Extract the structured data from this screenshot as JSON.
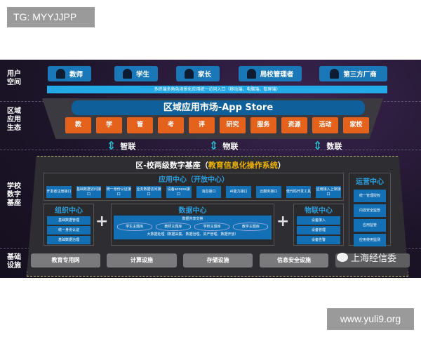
{
  "overlay": {
    "tag": "TG: MYYJJPP",
    "site": "www.yuli9.org"
  },
  "layers": {
    "user": "用户空间",
    "ecosystem": "区域应用生态",
    "base": "学校数字基座",
    "infra": "基础设施"
  },
  "user_roles": [
    {
      "label": "教师",
      "icon": "teacher-icon"
    },
    {
      "label": "学生",
      "icon": "student-icon"
    },
    {
      "label": "家长",
      "icon": "parent-icon"
    },
    {
      "label": "局校管理者",
      "icon": "admin-icon"
    },
    {
      "label": "第三方厂商",
      "icon": "vendor-icon"
    }
  ],
  "access_bar": "多终端多角色场景化应用统一访问入口（移动端、电脑端、智屏端）",
  "app_store": "区域应用市场-App Store",
  "app_categories": [
    "教",
    "学",
    "管",
    "考",
    "评",
    "研究",
    "服务",
    "资源",
    "活动",
    "家校"
  ],
  "links": [
    "智联",
    "物联",
    "数联"
  ],
  "base": {
    "title": "区-校两级数字基座（",
    "highlight": "教育信息化操作系统",
    "close": "）"
  },
  "app_center": {
    "title": "应用中心（开放中心）",
    "items": [
      "开发者注册接口",
      "基础数据访问接口",
      "统一身份认证接口",
      "业务数据访问接口",
      "设备access接口",
      "消息接口",
      "AI能力接口",
      "云服务接口",
      "低代码开发工具",
      "应用接入上架接口"
    ]
  },
  "org_center": {
    "title": "组织中心",
    "items": [
      "基础数据管理",
      "统一身份认证",
      "基础数据治理"
    ]
  },
  "data_center": {
    "title": "数据中心",
    "top": "数据共享交换",
    "dbs": [
      "学生主题库",
      "教师主题库",
      "学校主题库",
      "教学主题库"
    ],
    "bottom": "大数据处理（数据采集、数据治理、资产管理、数据开放）"
  },
  "iot_center": {
    "title": "物联中心",
    "items": [
      "设备接入",
      "设备管理",
      "设备告警"
    ]
  },
  "ops_center": {
    "title": "运营中心",
    "items": [
      "统一管理授权",
      "内容安全监管",
      "应用监管",
      "应用使用监测"
    ]
  },
  "infra": [
    "教育专用网",
    "计算设施",
    "存储设施",
    "信息安全设施"
  ],
  "watermark": "上海经信委",
  "colors": {
    "background": "#1c1428",
    "blue": "#1b78b8",
    "orange": "#e4621c",
    "highlight": "#f0b400"
  }
}
